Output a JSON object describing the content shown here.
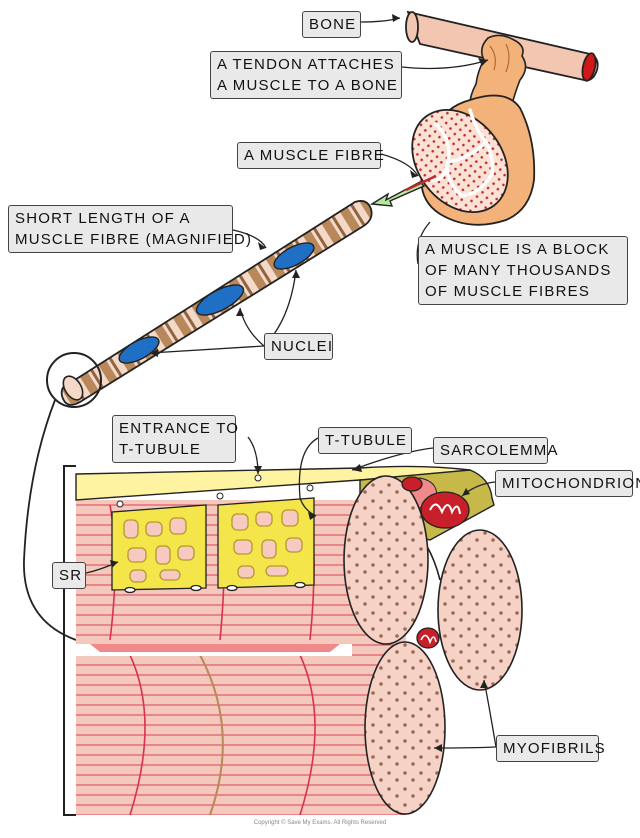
{
  "labels": {
    "bone": "BONE",
    "tendon": [
      "A TENDON ATTACHES",
      "A MUSCLE TO A BONE"
    ],
    "muscle_fibre": "A MUSCLE FIBRE",
    "short_length": [
      "SHORT LENGTH OF A",
      "MUSCLE FIBRE (MAGNIFIED)"
    ],
    "muscle_block": [
      "A MUSCLE IS A BLOCK",
      "OF MANY THOUSANDS",
      "OF MUSCLE FIBRES"
    ],
    "nuclei": "NUCLEI",
    "entrance": [
      "ENTRANCE TO",
      "T-TUBULE"
    ],
    "t_tubule": "T-TUBULE",
    "sarcolemma": "SARCOLEMMA",
    "mitochondrion": "MITOCHONDRION",
    "sr": "SR",
    "myofibrils": "MYOFIBRILS"
  },
  "footer": "Copyright © Save My Exams. All Rights Reserved",
  "colors": {
    "bone": "#f2c6b0",
    "bone_marrow": "#d01818",
    "muscle_orange": "#f3b27a",
    "muscle_red_dots": "#c0282c",
    "fibre_brown": "#b8875a",
    "fibre_light": "#f5d9c8",
    "nucleus_blue": "#1f6fc4",
    "sarcolemma_yellow": "#fdf3a0",
    "sr_yellow": "#f4e64a",
    "myofibril_pink": "#f6d2c6",
    "myofibril_dots": "#9c6b55",
    "striation_red": "#d6344a",
    "mitochondrion_red": "#c8202a",
    "olive": "#c7b84a",
    "arrow_green": "#b8e8a0"
  }
}
